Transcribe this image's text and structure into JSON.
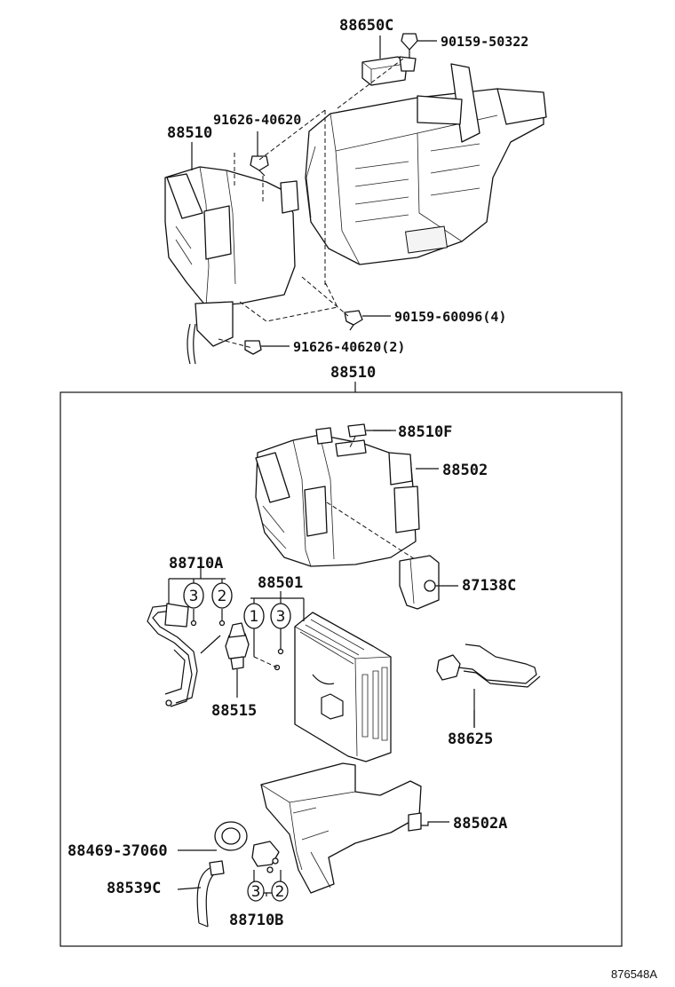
{
  "labels": {
    "p88650C": "88650C",
    "p90159_50322": "90159-50322",
    "p91626_40620_top": "91626-40620",
    "p88510_top": "88510",
    "p90159_60096": "90159-60096(4)",
    "p91626_40620_2": "91626-40620(2)",
    "p88510_box": "88510",
    "p88510F": "88510F",
    "p88502": "88502",
    "p88710A": "88710A",
    "p88501": "88501",
    "p87138C": "87138C",
    "p88515": "88515",
    "p88625": "88625",
    "p88502A": "88502A",
    "p88469_37060": "88469-37060",
    "p88539C": "88539C",
    "p88710B": "88710B",
    "c3a": "3",
    "c2a": "2",
    "c1": "1",
    "c3b": "3",
    "c3c": "3",
    "c2b": "2",
    "diagram_code": "876548A"
  }
}
